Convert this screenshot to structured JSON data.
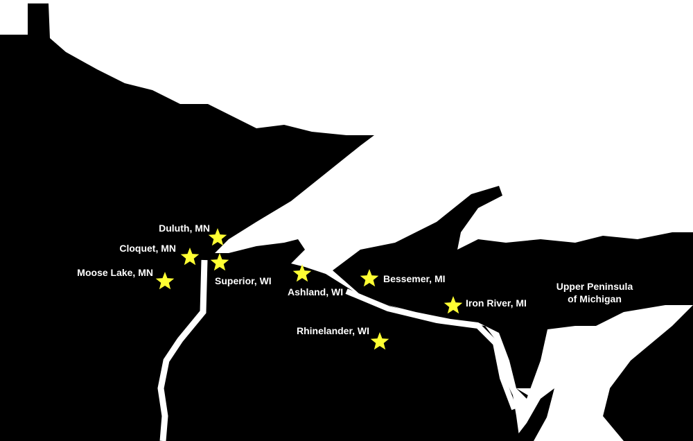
{
  "map": {
    "colors": {
      "land": "#000000",
      "water": "#ffffff",
      "marker": "#ffff33",
      "label": "#ffffff"
    },
    "marker_icon": "star-icon",
    "places": [
      {
        "id": "duluth",
        "label": "Duluth, MN"
      },
      {
        "id": "cloquet",
        "label": "Cloquet, MN"
      },
      {
        "id": "moose-lake",
        "label": "Moose Lake, MN"
      },
      {
        "id": "superior",
        "label": "Superior, WI"
      },
      {
        "id": "ashland",
        "label": "Ashland, WI"
      },
      {
        "id": "bessemer",
        "label": "Bessemer, MI"
      },
      {
        "id": "iron-river",
        "label": "Iron River, MI"
      },
      {
        "id": "rhinelander",
        "label": "Rhinelander, WI"
      }
    ],
    "region_label": {
      "line1": "Upper Peninsula",
      "line2": "of Michigan"
    }
  }
}
